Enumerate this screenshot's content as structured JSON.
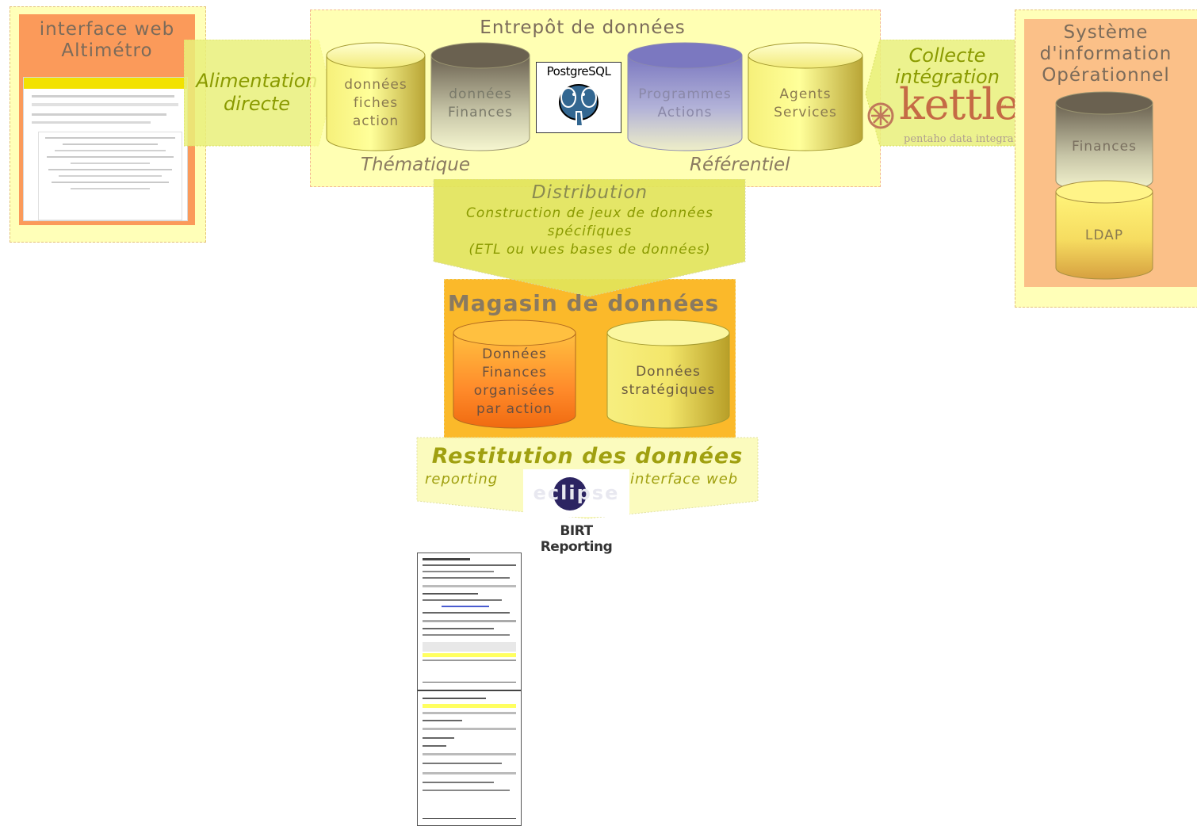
{
  "webapp": {
    "title": "interface web\nAltimétro"
  },
  "feed": {
    "label": "Alimentation\ndirecte"
  },
  "warehouse": {
    "title": "Entrepôt de données",
    "cylinders": [
      {
        "label": "données\nfiches\naction",
        "style": "yellow"
      },
      {
        "label": "données\nFinances",
        "style": "grey"
      },
      {
        "label": "Programmes\nActions",
        "style": "blue"
      },
      {
        "label": "Agents\nServices",
        "style": "yellow"
      }
    ],
    "postgres_logo": "PostgreSQL",
    "thematic_label": "Thématique",
    "referential_label": "Référentiel"
  },
  "collect": {
    "label": "Collecte\nintégration",
    "kettle_word": "kettle",
    "kettle_tm": "™",
    "kettle_sub": "pentaho data integration"
  },
  "opsys": {
    "title": "Système\nd'information\nOpérationnel",
    "cylinders": [
      {
        "label": "Finances",
        "style": "grey"
      },
      {
        "label": "LDAP",
        "style": "yellow"
      }
    ]
  },
  "distribution": {
    "title": "Distribution",
    "subtitle": "Construction de jeux de données\nspécifiques\n(ETL ou vues bases de données)"
  },
  "datamart": {
    "title": "Magasin de données",
    "cylinders": [
      {
        "label": "Données\nFinances\norganisées\npar action",
        "style": "orange"
      },
      {
        "label": "Données\nstratégiques",
        "style": "yellow"
      }
    ]
  },
  "restitution": {
    "title": "Restitution des données",
    "left_label": "reporting",
    "right_label": "interface web",
    "eclipse_logo": "eclipse",
    "birt_label": "BIRT Reporting"
  },
  "colors": {
    "orange_box": "#fb9a5a",
    "light_yellow": "#ffffb3",
    "arrow_green": "#e9f07a",
    "mart_orange": "#fbb92a",
    "accent_text": "#8a9a00"
  }
}
